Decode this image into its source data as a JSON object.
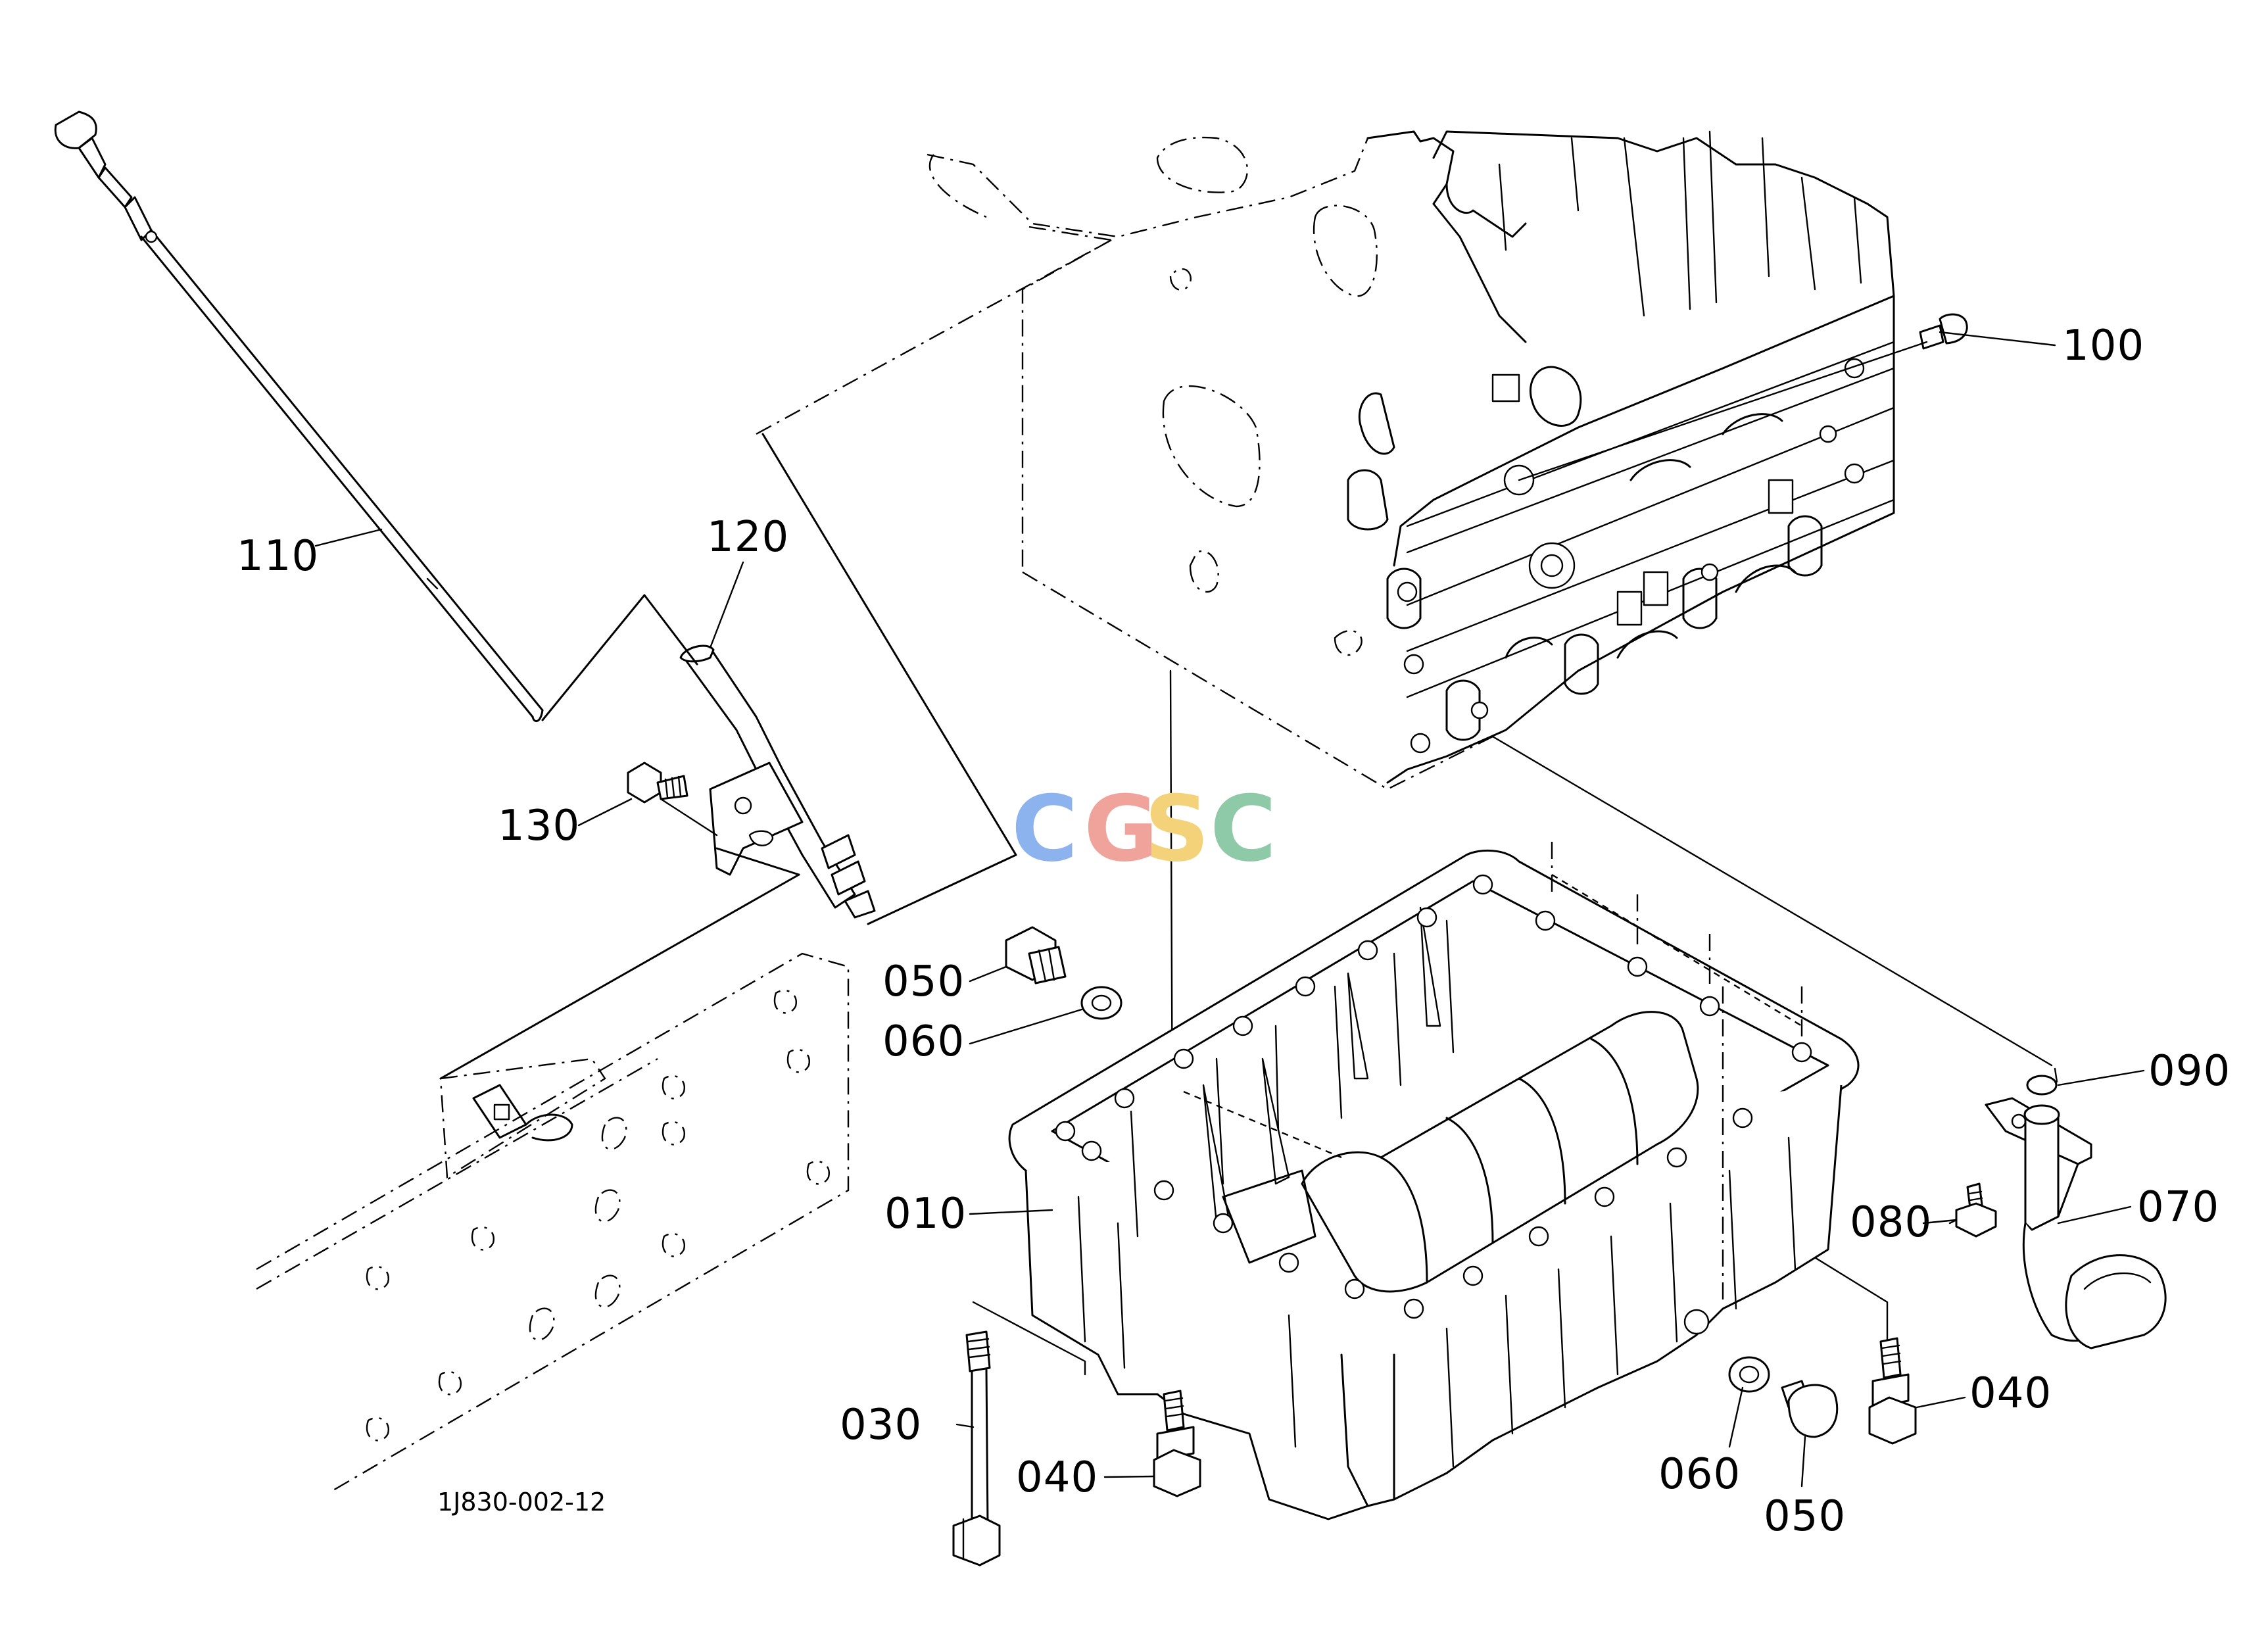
{
  "diagram": {
    "drawing_number": "1J830-002-12",
    "watermark": {
      "letters": [
        "C",
        "G",
        "S",
        "C"
      ],
      "colors": [
        "#8cb3ee",
        "#f0a39b",
        "#f3d27a",
        "#8fcaa8"
      ]
    },
    "callouts": [
      {
        "id": "c100",
        "text": "100"
      },
      {
        "id": "c110",
        "text": "110"
      },
      {
        "id": "c120",
        "text": "120"
      },
      {
        "id": "c130",
        "text": "130"
      },
      {
        "id": "c050a",
        "text": "050"
      },
      {
        "id": "c060a",
        "text": "060"
      },
      {
        "id": "c090",
        "text": "090"
      },
      {
        "id": "c070",
        "text": "070"
      },
      {
        "id": "c010",
        "text": "010"
      },
      {
        "id": "c080",
        "text": "080"
      },
      {
        "id": "c040b",
        "text": "040"
      },
      {
        "id": "c030",
        "text": "030"
      },
      {
        "id": "c040a",
        "text": "040"
      },
      {
        "id": "c060b",
        "text": "060"
      },
      {
        "id": "c050b",
        "text": "050"
      }
    ]
  }
}
